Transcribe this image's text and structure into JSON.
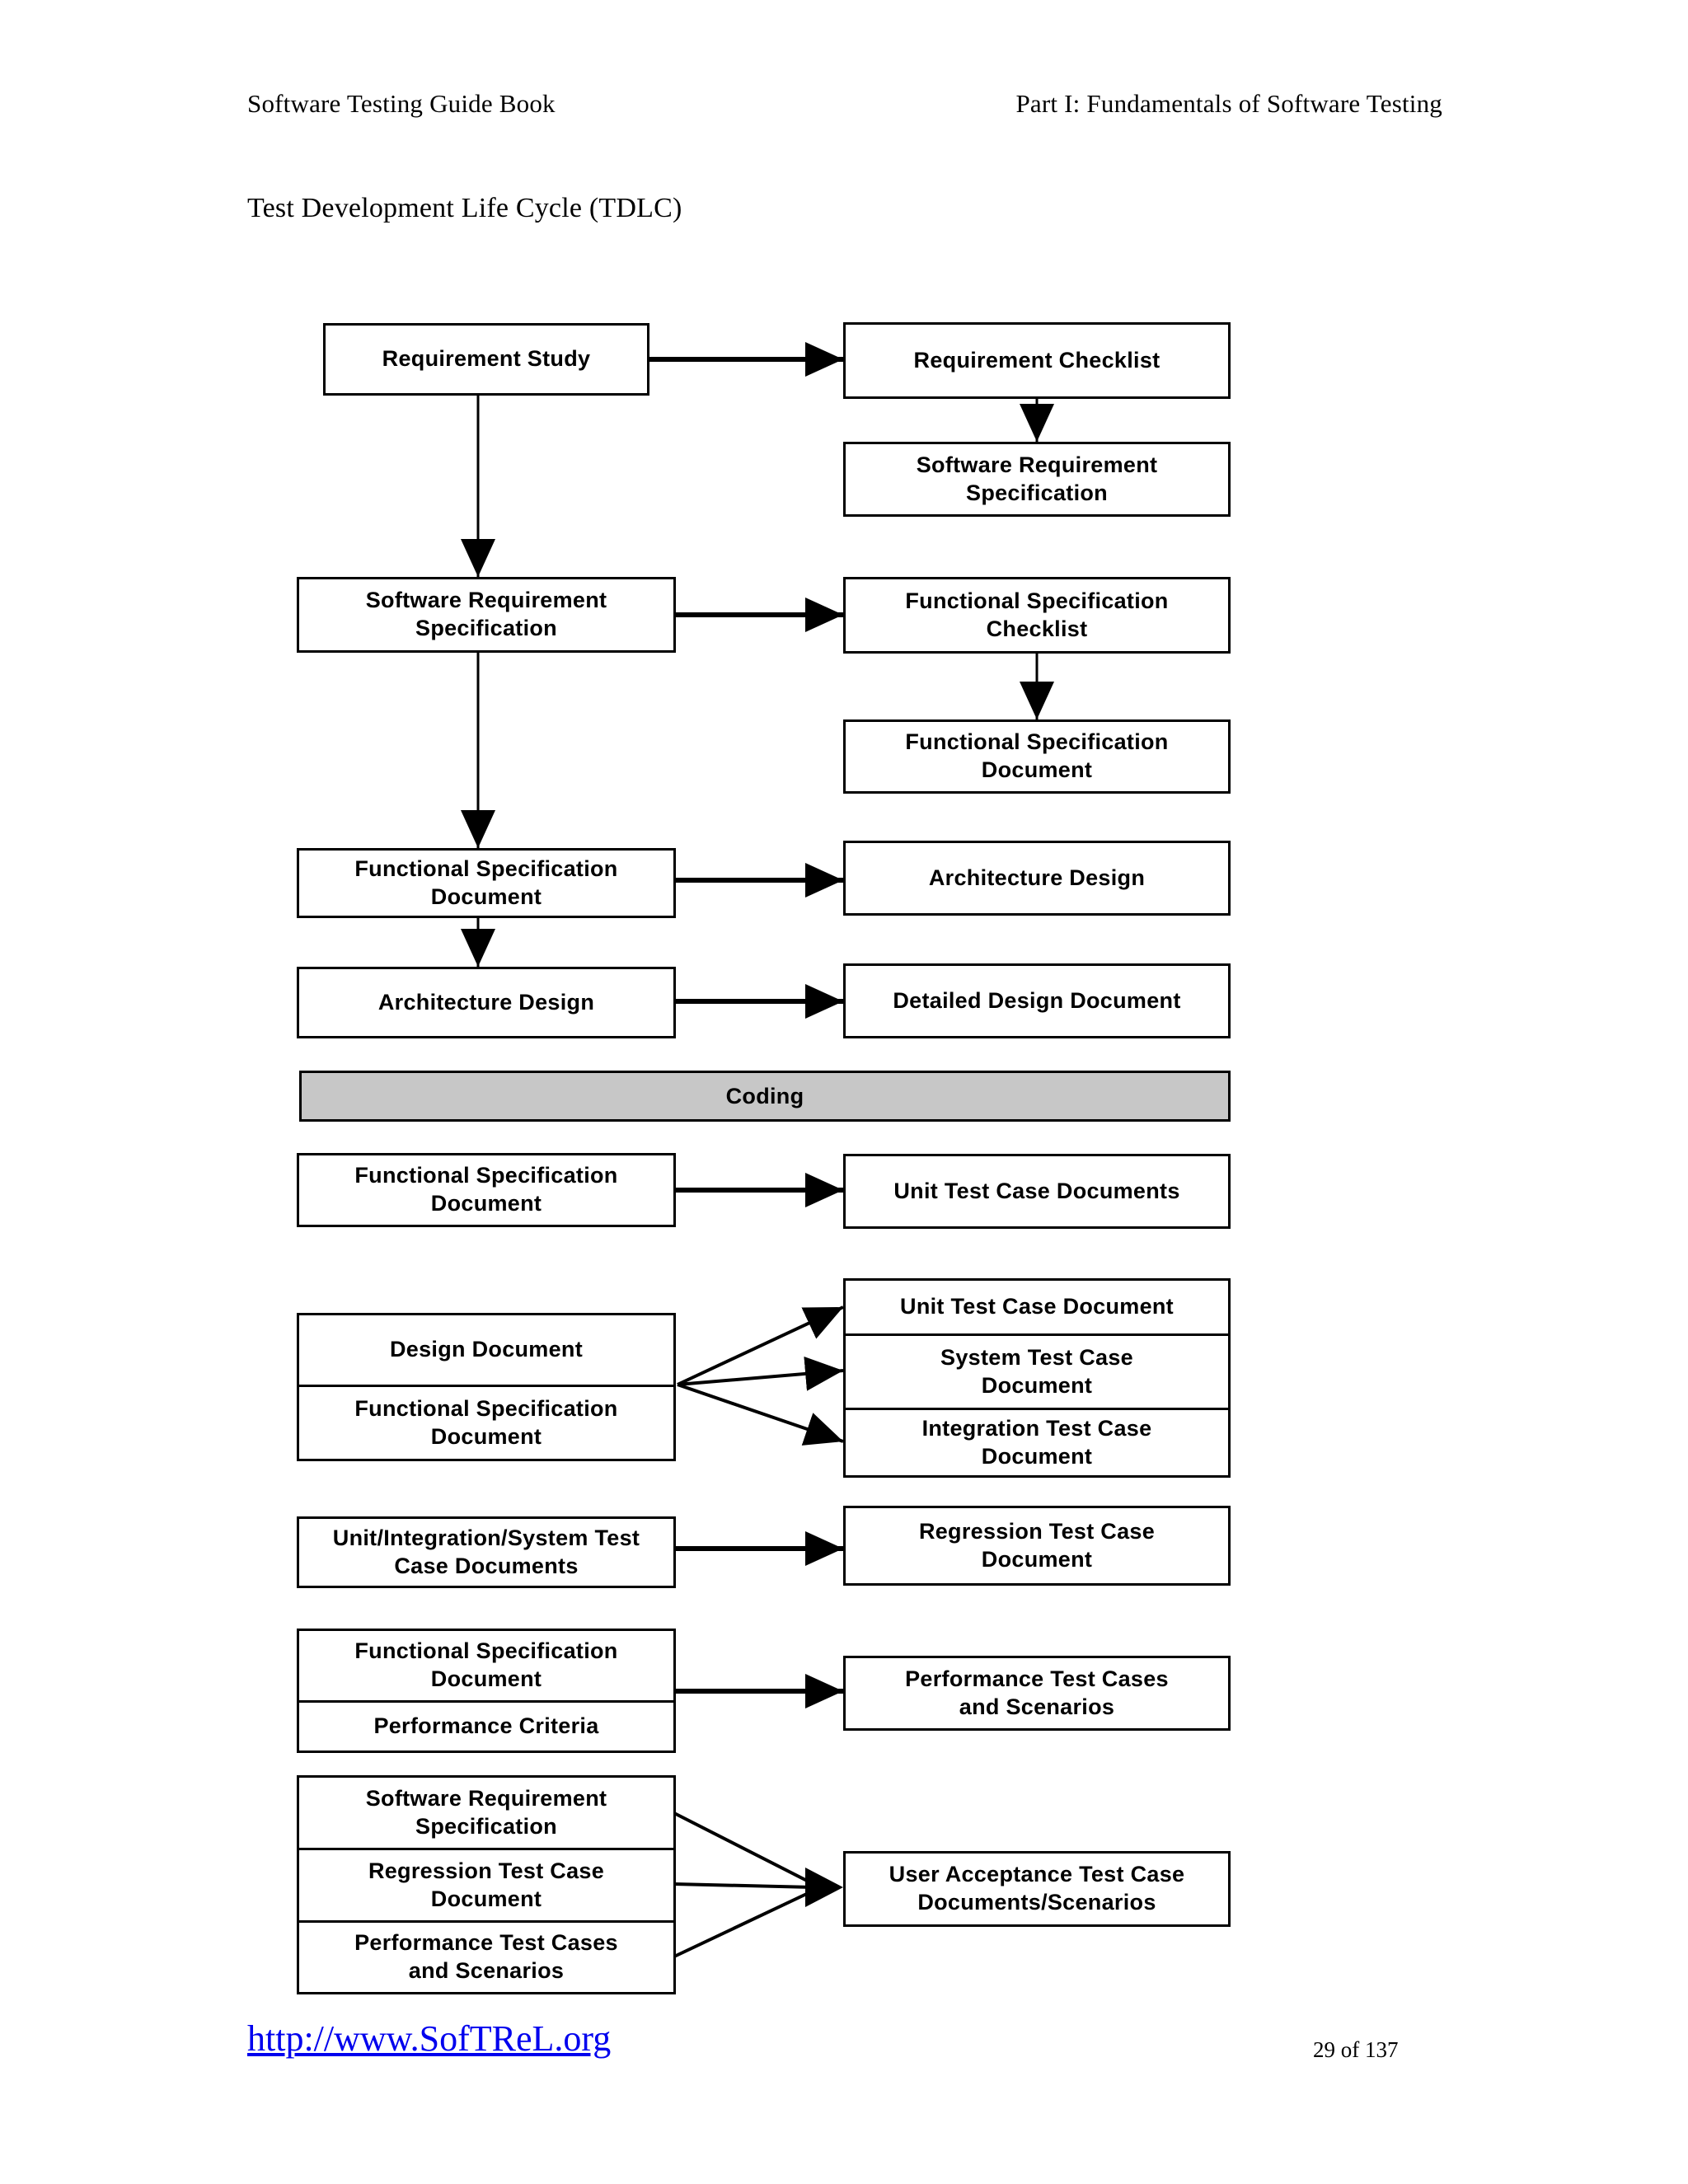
{
  "header": {
    "left": "Software Testing Guide Book",
    "right": "Part I: Fundamentals of Software Testing"
  },
  "page_title": "Test Development Life Cycle (TDLC)",
  "diagram": {
    "coding_bar_label": "Coding",
    "nodes": {
      "requirement_study": "Requirement Study",
      "requirement_checklist": "Requirement Checklist",
      "srs_output": "Software Requirement Specification",
      "srs_input": "Software Requirement Specification",
      "functional_spec_checklist": "Functional Specification Checklist",
      "fsd_output": "Functional Specification Document",
      "fsd_input": "Functional Specification Document",
      "architecture_design_input": "Architecture Design",
      "architecture_design_output": "Architecture Design",
      "detailed_design_document": "Detailed Design Document",
      "fsd_unit_source": "Functional Specification Document",
      "unit_test_case_documents": "Unit Test Case Documents",
      "design_document": "Design Document",
      "fsd_design_source": "Functional Specification Document",
      "unit_test_case_document": "Unit Test Case Document",
      "system_test_case_document": "System Test Case Document",
      "integration_test_case_document": "Integration Test Case Document",
      "uis_test_case_documents": "Unit/Integration/System Test Case Documents",
      "regression_test_case_document": "Regression Test Case Document",
      "fsd_perf_source": "Functional Specification Document",
      "performance_criteria": "Performance Criteria",
      "performance_test_cases": "Performance Test Cases and Scenarios",
      "srs_uat_source": "Software Requirement Specification",
      "regression_uat_source": "Regression Test Case Document",
      "performance_uat_source": "Performance Test Cases and Scenarios",
      "user_acceptance_test_case": "User Acceptance Test Case Documents/Scenarios"
    }
  },
  "footer": {
    "website_link": "http://www.SofTReL.org",
    "page_indicator": "29 of 137"
  },
  "colors": {
    "coding_bar_fill": "#C7C7C7",
    "link_blue": "#0000EE",
    "box_border": "#000000"
  }
}
